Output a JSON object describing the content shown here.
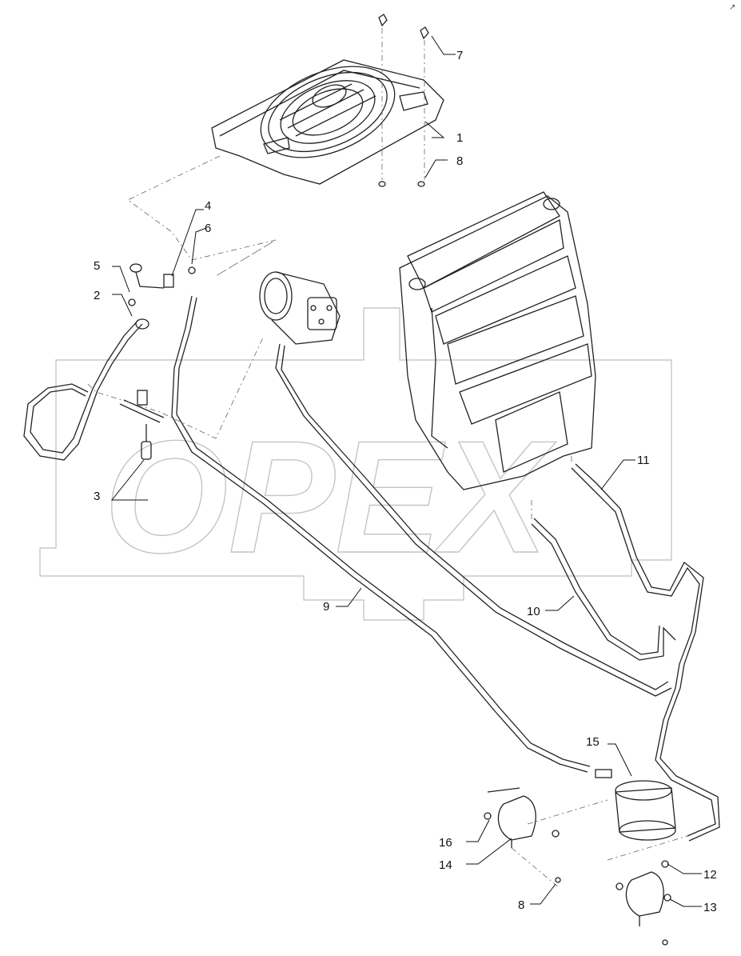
{
  "watermark": "OPEX",
  "corner_mark": "↗",
  "callouts": [
    {
      "id": "c1",
      "label": "1"
    },
    {
      "id": "c2",
      "label": "2"
    },
    {
      "id": "c3",
      "label": "3"
    },
    {
      "id": "c4",
      "label": "4"
    },
    {
      "id": "c5",
      "label": "5"
    },
    {
      "id": "c6",
      "label": "6"
    },
    {
      "id": "c7",
      "label": "7"
    },
    {
      "id": "c8a",
      "label": "8"
    },
    {
      "id": "c8b",
      "label": "8"
    },
    {
      "id": "c9",
      "label": "9"
    },
    {
      "id": "c10",
      "label": "10"
    },
    {
      "id": "c11",
      "label": "11"
    },
    {
      "id": "c12",
      "label": "12"
    },
    {
      "id": "c13",
      "label": "13"
    },
    {
      "id": "c14",
      "label": "14"
    },
    {
      "id": "c15",
      "label": "15"
    },
    {
      "id": "c16",
      "label": "16"
    }
  ]
}
